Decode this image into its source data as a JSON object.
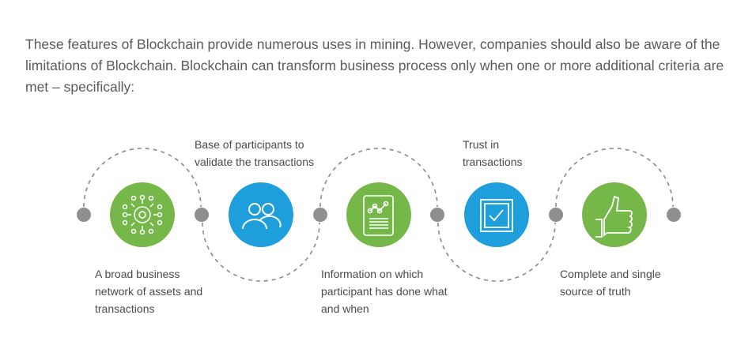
{
  "intro": "These features of Blockchain provide numerous uses in mining.  However, companies should also be aware of the limitations of Blockchain. Blockchain can transform business process only when one or more additional criteria are met – specifically:",
  "colors": {
    "green": "#76b74a",
    "blue": "#1e9fdb",
    "dot": "#8f8f8f",
    "dash": "#8a8a8a"
  },
  "steps": [
    {
      "label": "A broad  business network of assets and transactions",
      "icon": "gear-network-icon",
      "color": "green"
    },
    {
      "label": "Base of participants to validate the transactions",
      "icon": "users-icon",
      "color": "blue"
    },
    {
      "label": "Information on which participant has done what and when",
      "icon": "document-chart-icon",
      "color": "green"
    },
    {
      "label": "Trust in transactions",
      "icon": "checkbox-icon",
      "color": "blue"
    },
    {
      "label": "Complete and single source of truth",
      "icon": "thumbs-up-icon",
      "color": "green"
    }
  ]
}
